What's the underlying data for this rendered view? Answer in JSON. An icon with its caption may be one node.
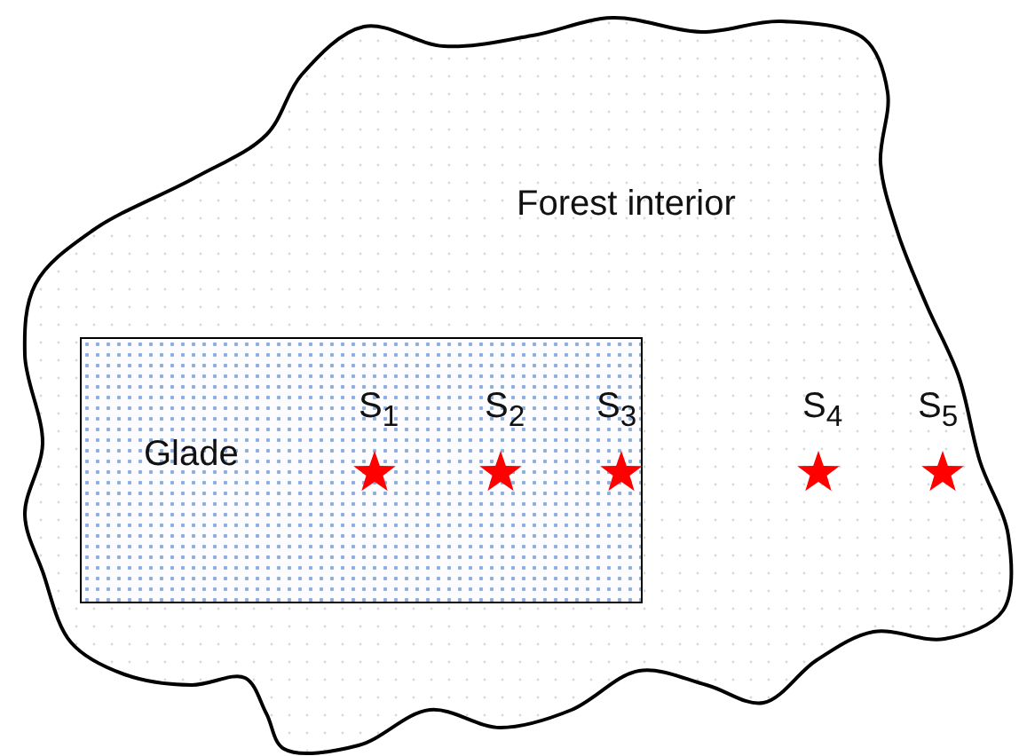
{
  "diagram": {
    "nodes": [
      {
        "text": [
          "Forest interior"
        ]
      },
      {
        "text": [
          "Glade"
        ],
        "in": 0
      }
    ],
    "edges": [],
    "labels": [
      "S$_{1}$",
      "S$_{2}$",
      "S$_{3}$",
      "S$_{4}$",
      "S$_{5}$"
    ]
  }
}
